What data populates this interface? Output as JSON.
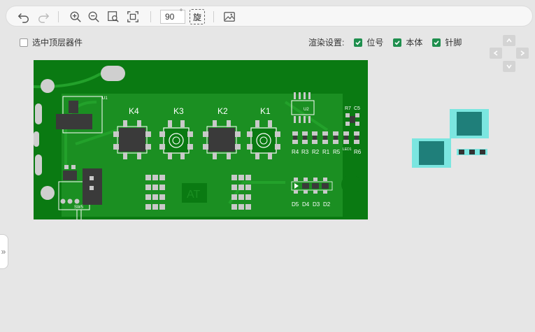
{
  "toolbar": {
    "icons": [
      "undo-icon",
      "redo-icon",
      "zoom-in-icon",
      "zoom-out-icon",
      "zoom-area-icon",
      "fit-screen-icon",
      "rotate-icon",
      "image-export-icon"
    ],
    "angle_value": "90",
    "angle_unit": "°",
    "rotate_label": "旋"
  },
  "options": {
    "select_top_label": "选中顶层器件",
    "select_top_checked": false,
    "render_settings_label": "渲染设置:",
    "position_label": "位号",
    "position_checked": true,
    "body_label": "本体",
    "body_checked": true,
    "pins_label": "针脚",
    "pins_checked": true
  },
  "nav": {
    "icons": [
      "arrow-up-icon",
      "arrow-left-icon",
      "arrow-right-icon",
      "arrow-down-icon"
    ]
  },
  "side_handle": {
    "label": "»"
  },
  "board": {
    "silk_labels": {
      "k4": "K4",
      "k3": "K3",
      "k2": "K2",
      "k1": "K1",
      "u1": "U1",
      "u2": "U2",
      "r7": "R7",
      "c5": "C5",
      "r4": "R4",
      "r3": "R3",
      "r2": "R2",
      "r1": "R1",
      "r5": "R5",
      "led1": "LED1",
      "r6": "R6",
      "d5": "D5",
      "d4": "D4",
      "d3": "D3",
      "d2": "D2",
      "sw5": "SW5",
      "logo": "AT"
    },
    "colors": {
      "board": "#0a7a12",
      "copper_pour": "#1b8f22",
      "pad": "#c9c9c9",
      "silk": "#ffffff",
      "body": "#3a3a3a"
    }
  }
}
